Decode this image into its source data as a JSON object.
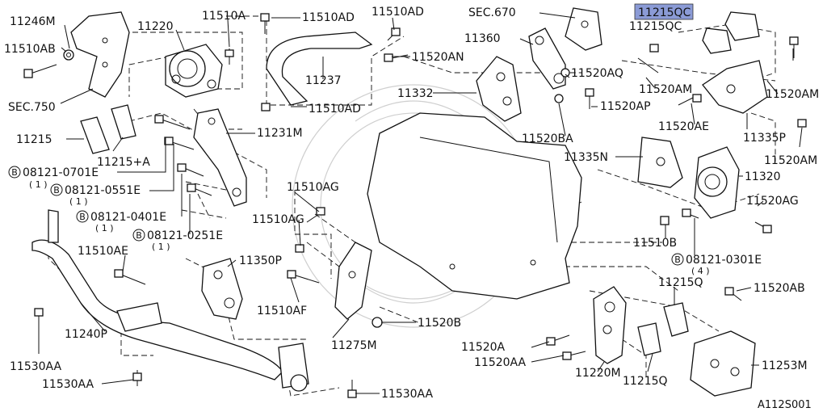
{
  "highlighted_part": "11215QC",
  "figure_code": "A112S001",
  "labels": {
    "l11246M": "11246M",
    "l11510AB": "11510AB",
    "lSEC750": "SEC.750",
    "l11220": "11220",
    "l11510A": "11510A",
    "l11510AD_1": "11510AD",
    "l11510AD_2": "11510AD",
    "l11510AD_3": "11510AD",
    "lSEC670": "SEC.670",
    "l11215QC_hl": "11215QC",
    "l11215QC_2": "11215QC",
    "l11360": "11360",
    "l11520AN": "11520AN",
    "l11237": "11237",
    "l11332": "11332",
    "l11520AQ": "11520AQ",
    "l11520AM_1": "11520AM",
    "l11520AM_2": "11520AM",
    "l11520AM_3": "11520AM",
    "l11520AP": "11520AP",
    "l11520AE_1": "11520AE",
    "l11520BA": "11520BA",
    "l11335P": "11335P",
    "l11215": "11215",
    "l11215A": "11215+A",
    "l11231M": "11231M",
    "b0701": "08121-0701E",
    "b0701q": "( 1 )",
    "b0551": "08121-0551E",
    "b0551q": "( 1 )",
    "b0401": "08121-0401E",
    "b0401q": "( 1 )",
    "b0251": "08121-0251E",
    "b0251q": "( 1 )",
    "b0301": "08121-0301E",
    "b0301q": "( 4 )",
    "bmark": "B",
    "l11335N": "11335N",
    "l11320": "11320",
    "l11520AG": "11520AG",
    "l11510AG_1": "11510AG",
    "l11510AG_2": "11510AG",
    "l11510B": "11510B",
    "l11510AE": "11510AE",
    "l11350P": "11350P",
    "l11510AF": "11510AF",
    "l11520B": "11520B",
    "l11215Q_1": "11215Q",
    "l11215Q_2": "11215Q",
    "l11520AB": "11520AB",
    "l11240P": "11240P",
    "l11520A": "11520A",
    "l11520AA": "11520AA",
    "l11220M": "11220M",
    "l11253M": "11253M",
    "l11530AA_1": "11530AA",
    "l11530AA_2": "11530AA",
    "l11530AA_3": "11530AA",
    "l11275M": "11275M"
  }
}
